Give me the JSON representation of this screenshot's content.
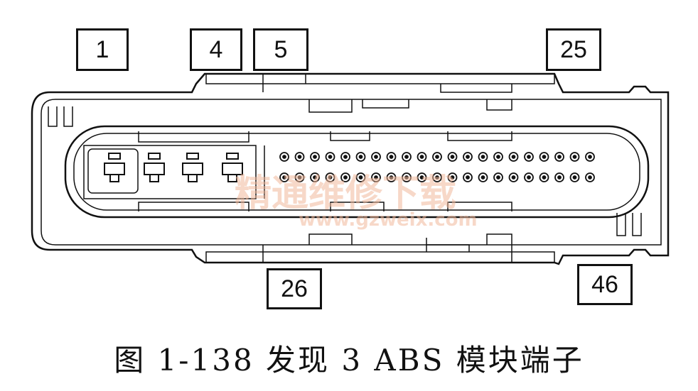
{
  "pin_labels": {
    "p1": "1",
    "p4": "4",
    "p5": "5",
    "p25": "25",
    "p26": "26",
    "p46": "46"
  },
  "caption": "图 1-138   发现 3 ABS 模块端子",
  "watermark": {
    "cn": "精通维修下载",
    "url": "www.gzweix.com"
  }
}
